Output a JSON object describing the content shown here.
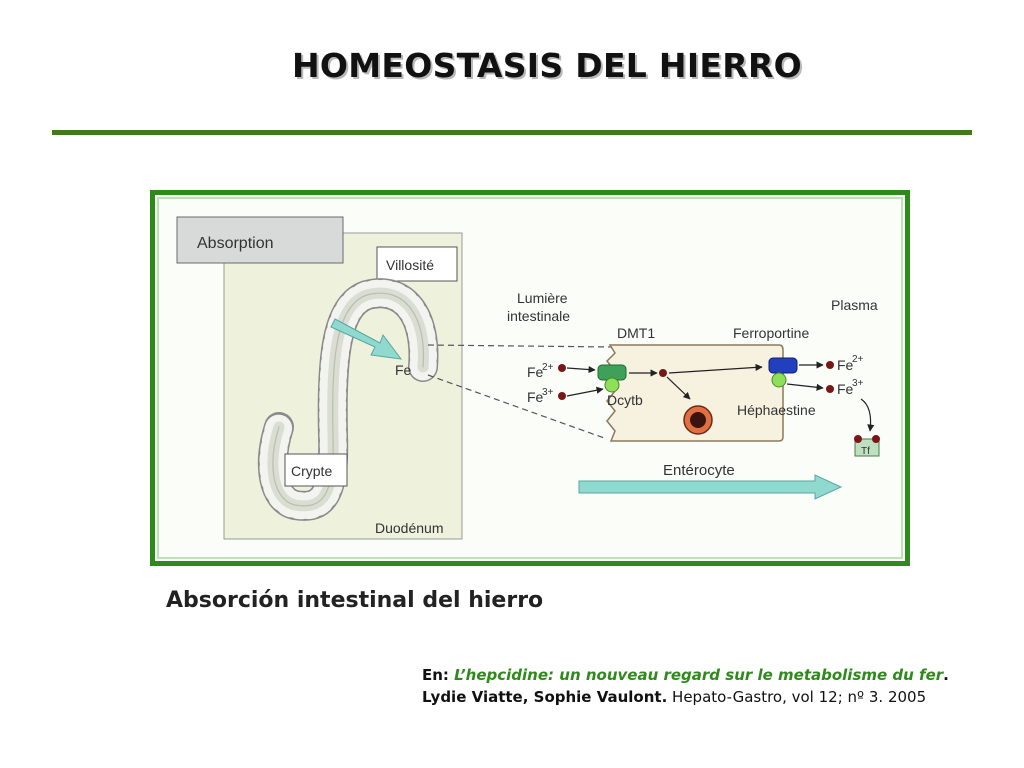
{
  "slide": {
    "title": "HOMEOSTASIS DEL HIERRO",
    "caption": "Absorción intestinal del  hierro"
  },
  "figure": {
    "labels": {
      "absorption": "Absorption",
      "villosite": "Villosité",
      "crypte": "Crypte",
      "duodenum": "Duodénum",
      "fe_villus": "Fe",
      "lumiere_1": "Lumière",
      "lumiere_2": "intestinale",
      "plasma": "Plasma",
      "dmt1": "DMT1",
      "ferroportine": "Ferroportine",
      "fe2_left": "Fe",
      "fe3_left": "Fe",
      "fe2_right": "Fe",
      "fe3_right": "Fe",
      "charge_2": "2+",
      "charge_3": "3+",
      "dcytb": "Dcytb",
      "hephaestine": "Héphaestine",
      "enterocyte": "Entérocyte",
      "tf": "Tf"
    }
  },
  "reference": {
    "prefix": "En: ",
    "title": "L’hepcidine: un nouveau regard sur le metabolisme du fer",
    "title_end": ".",
    "authors": "Lydie Viatte, Sophie Vaulont.",
    "journal": " Hepato-Gastro, vol 12; nº 3. 2005"
  },
  "colors": {
    "frame_green": "#2f8a1c",
    "title_rule": "#3f7a1f",
    "reference_title": "#2f8a1c",
    "iron_dot": "#7a1616",
    "transporter_green": "#3fa05a",
    "ferroportin_blue": "#2040c0",
    "cofactor_green": "#8ee05a",
    "arrow_teal": "#8fd9cf"
  }
}
